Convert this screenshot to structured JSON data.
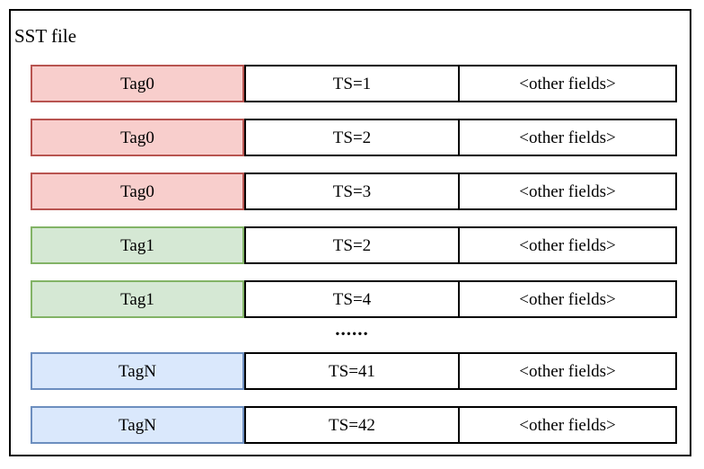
{
  "diagram": {
    "title": "SST file",
    "ellipsis": "......",
    "rows": [
      {
        "tag": "Tag0",
        "ts": "TS=1",
        "other": "<other fields>",
        "color": "red"
      },
      {
        "tag": "Tag0",
        "ts": "TS=2",
        "other": "<other fields>",
        "color": "red"
      },
      {
        "tag": "Tag0",
        "ts": "TS=3",
        "other": "<other fields>",
        "color": "red"
      },
      {
        "tag": "Tag1",
        "ts": "TS=2",
        "other": "<other fields>",
        "color": "green"
      },
      {
        "tag": "Tag1",
        "ts": "TS=4",
        "other": "<other fields>",
        "color": "green"
      },
      {
        "tag": "TagN",
        "ts": "TS=41",
        "other": "<other fields>",
        "color": "blue"
      },
      {
        "tag": "TagN",
        "ts": "TS=42",
        "other": "<other fields>",
        "color": "blue"
      }
    ]
  },
  "palette": {
    "red": {
      "fill": "#f8cecc",
      "stroke": "#b85450"
    },
    "green": {
      "fill": "#d5e8d4",
      "stroke": "#82b366"
    },
    "blue": {
      "fill": "#dae8fc",
      "stroke": "#6c8ebf"
    },
    "cell_border": "#000000",
    "outer_border": "#000000",
    "background": "#ffffff"
  }
}
